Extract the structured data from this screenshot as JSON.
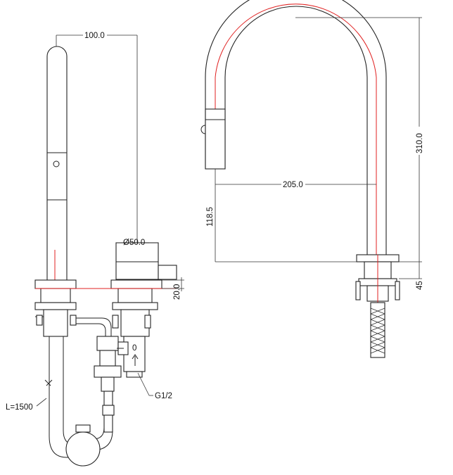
{
  "dimensions": {
    "top_width": "100.0",
    "base_diameter": "Ø50.0",
    "base_thickness": "20.0",
    "hose_length": "L=1500",
    "thread": "G1/2",
    "spout_reach": "205.0",
    "total_height": "310.0",
    "spout_outlet_height": "118.5",
    "base_height": "45"
  },
  "colors": {
    "line": "#222222",
    "centerline": "#e02020"
  },
  "icons": {
    "flow_direction": "arrow-up-icon"
  }
}
